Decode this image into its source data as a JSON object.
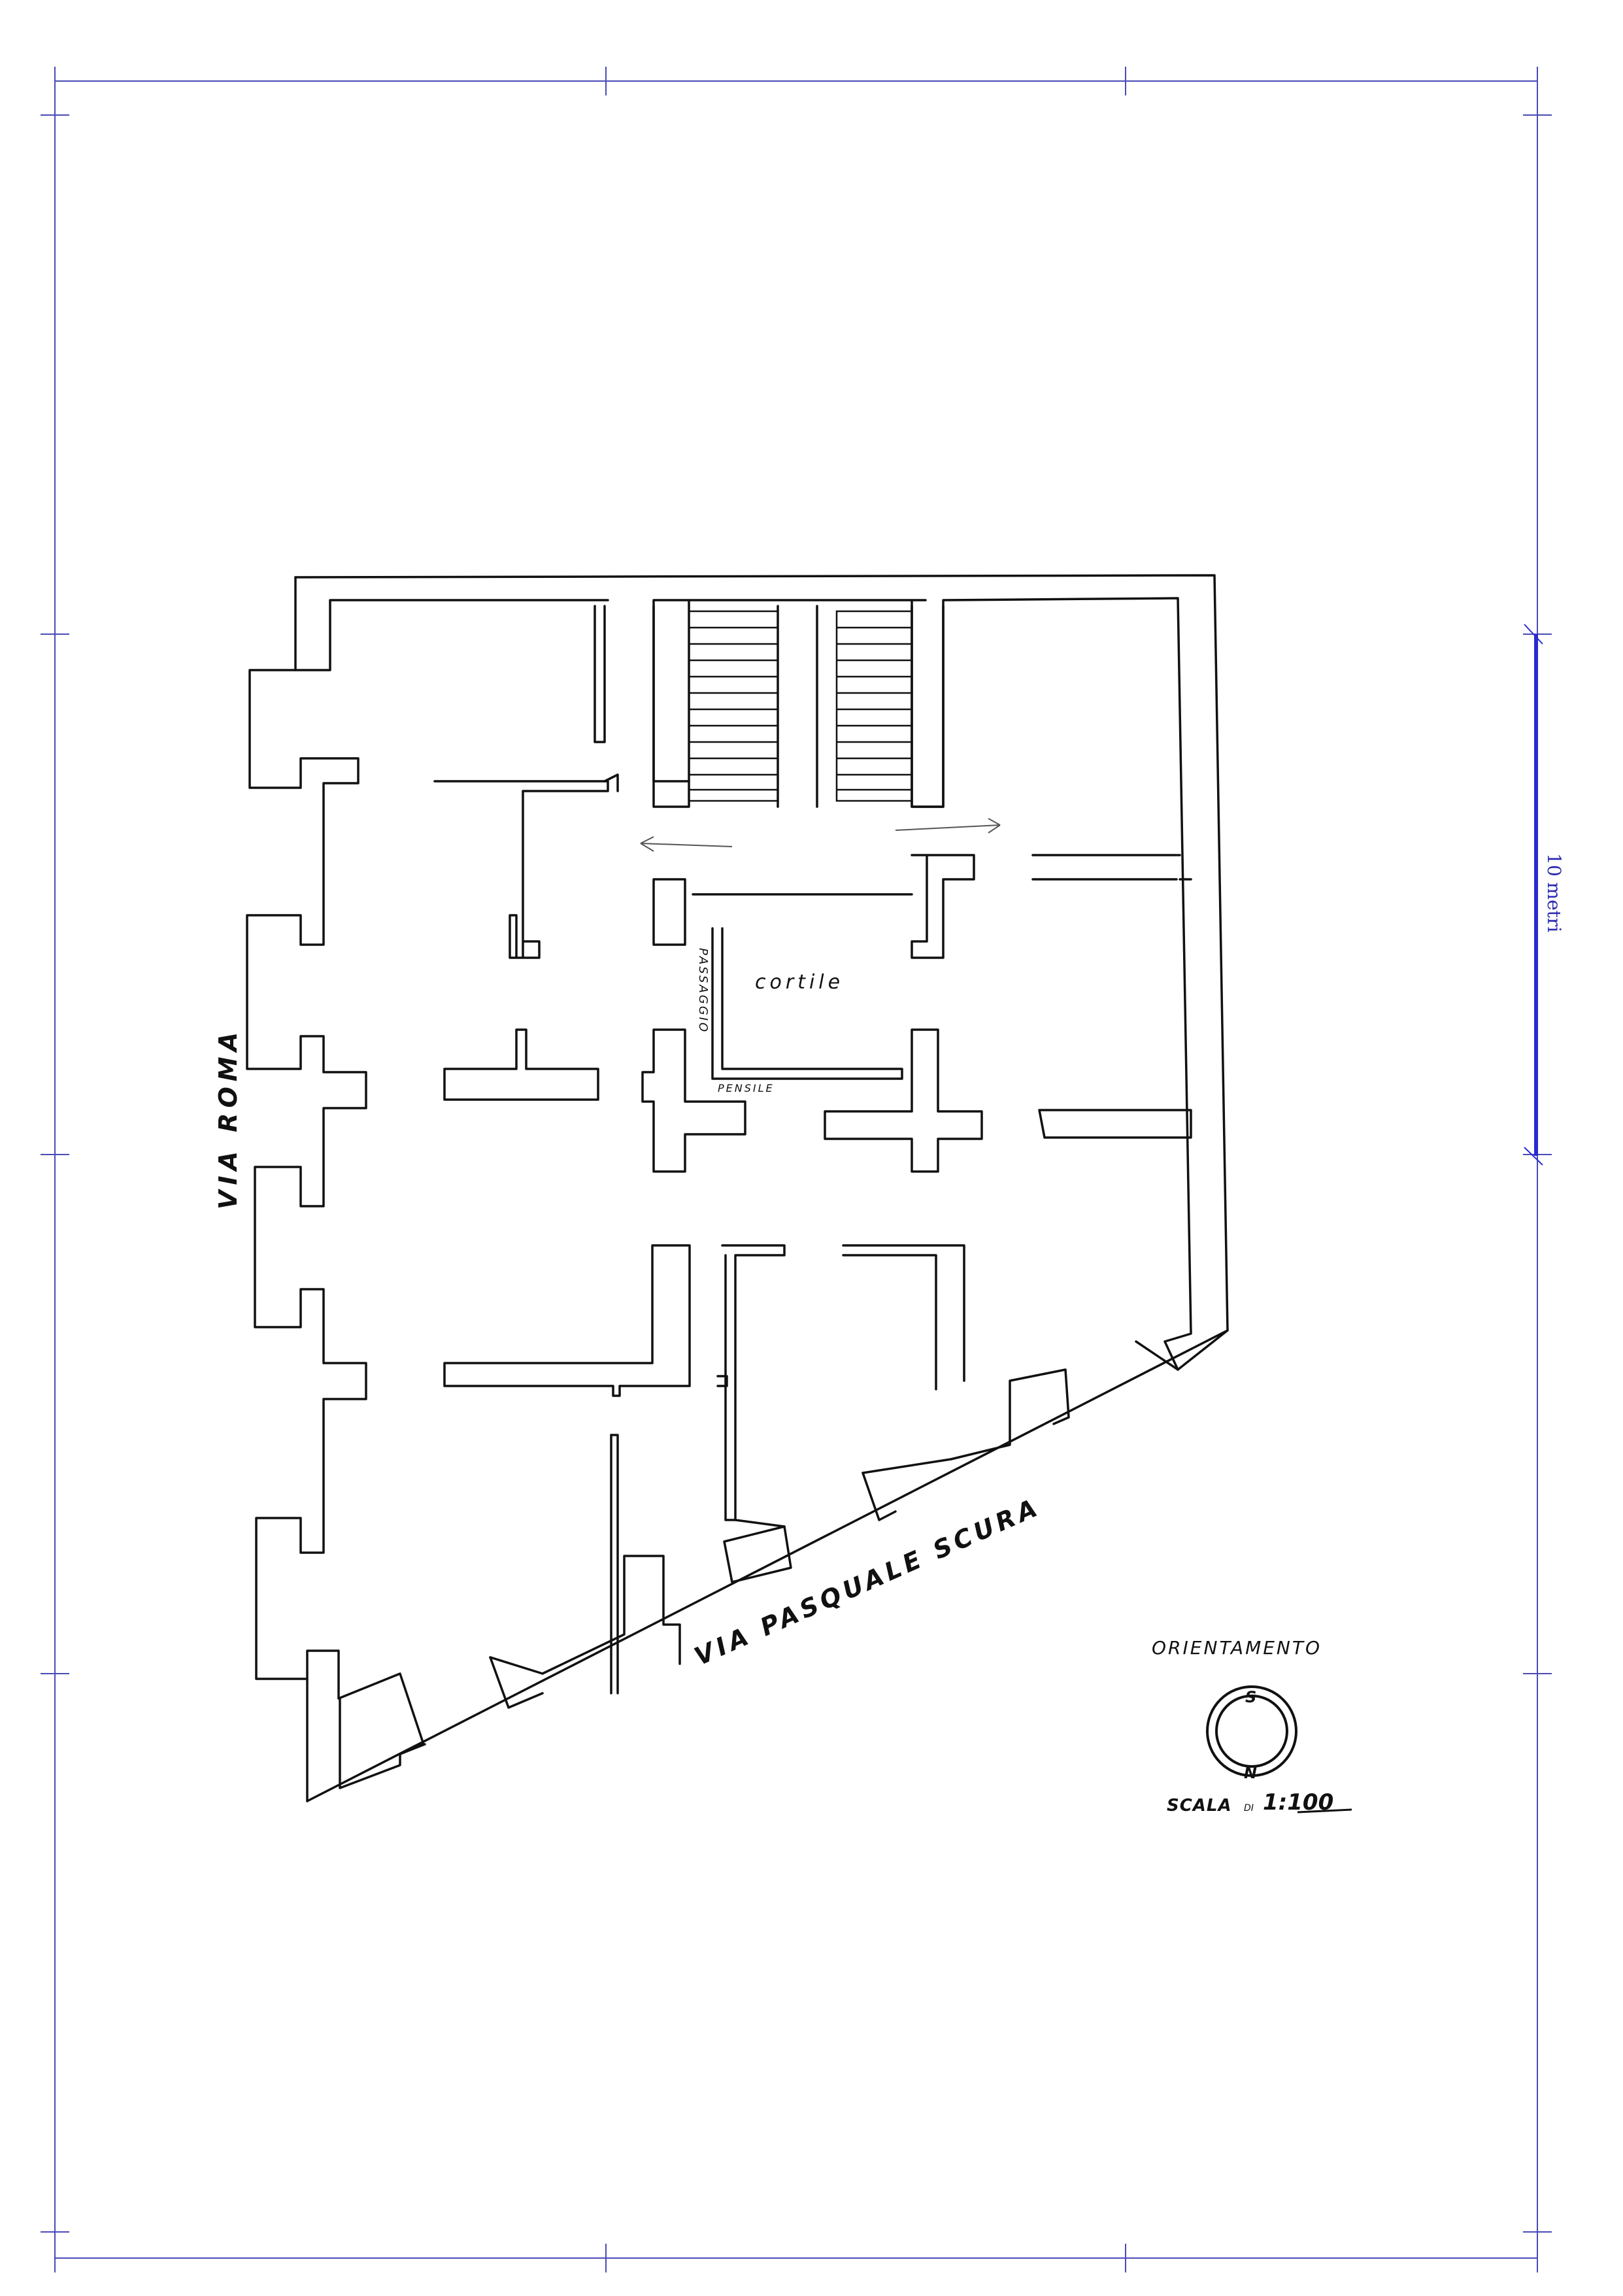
{
  "plan": {
    "streets": {
      "via_roma": "VIA ROMA",
      "via_pasquale_scura": "VIA PASQUALE SCURA"
    },
    "labels": {
      "cortile": "cortile",
      "passaggio": "PASSAGGIO",
      "pensile": "PENSILE"
    }
  },
  "legend": {
    "orientation_title": "ORIENTAMENTO",
    "compass_top": "S",
    "compass_bottom": "N",
    "scale_prefix": "SCALA",
    "scale_di": "DI",
    "scale_value": "1:100"
  },
  "scale_bar": {
    "label": "10 metri"
  },
  "colors": {
    "ink": "#111111",
    "frame": "#4a4ab8",
    "scale_bar": "#2a2ad0"
  }
}
